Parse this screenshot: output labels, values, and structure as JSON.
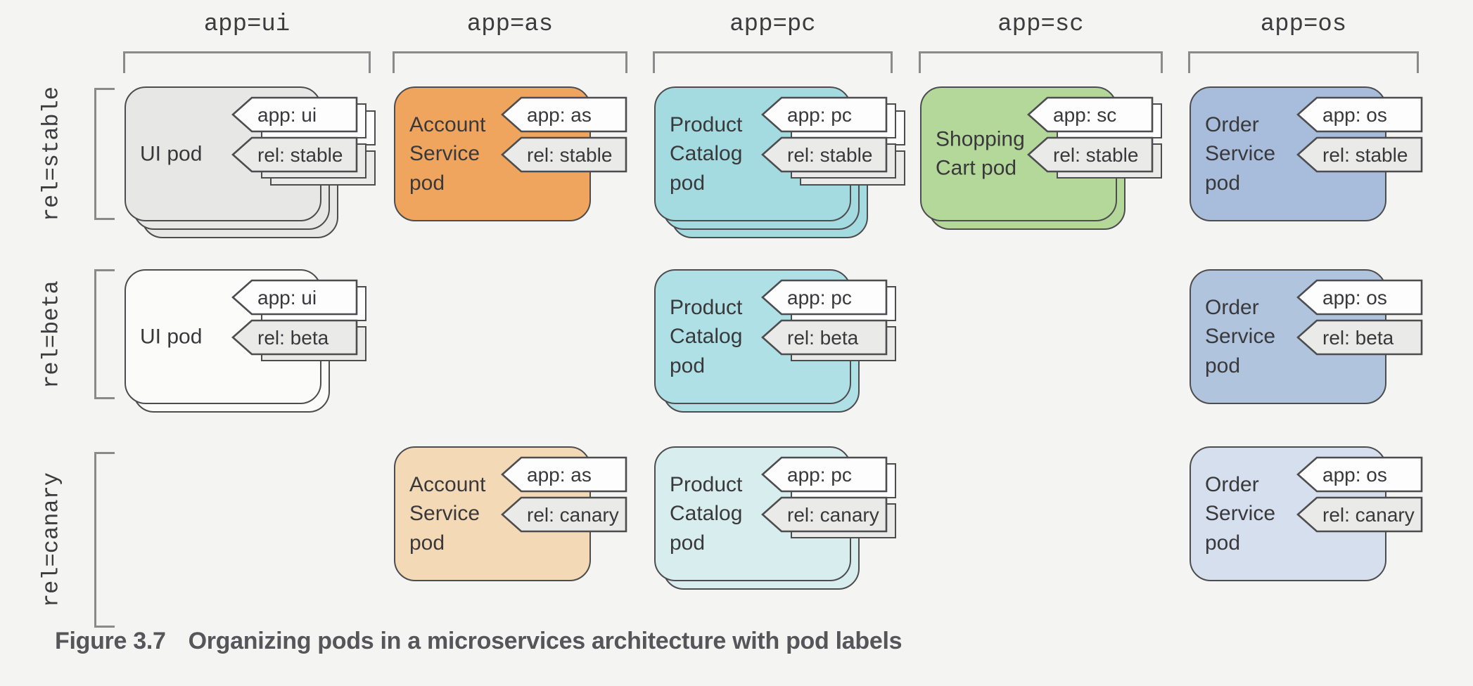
{
  "diagram": {
    "columns": [
      {
        "label": "app=ui"
      },
      {
        "label": "app=as"
      },
      {
        "label": "app=pc"
      },
      {
        "label": "app=sc"
      },
      {
        "label": "app=os"
      }
    ],
    "rows": [
      {
        "label": "rel=stable"
      },
      {
        "label": "rel=beta"
      },
      {
        "label": "rel=canary"
      }
    ],
    "pods": [
      {
        "id": "ui-stable",
        "name": "UI pod",
        "app_tag": "app: ui",
        "rel_tag": "rel: stable",
        "col": 0,
        "row": 0,
        "stack": 3,
        "fill": "#e7e7e6"
      },
      {
        "id": "as-stable",
        "name": "Account Service pod",
        "app_tag": "app: as",
        "rel_tag": "rel: stable",
        "col": 1,
        "row": 0,
        "stack": 1,
        "fill": "#f0a55f"
      },
      {
        "id": "pc-stable",
        "name": "Product Catalog pod",
        "app_tag": "app: pc",
        "rel_tag": "rel: stable",
        "col": 2,
        "row": 0,
        "stack": 3,
        "fill": "#a3dbe0"
      },
      {
        "id": "sc-stable",
        "name": "Shopping Cart pod",
        "app_tag": "app: sc",
        "rel_tag": "rel: stable",
        "col": 3,
        "row": 0,
        "stack": 2,
        "fill": "#b4d79a"
      },
      {
        "id": "os-stable",
        "name": "Order Service pod",
        "app_tag": "app: os",
        "rel_tag": "rel: stable",
        "col": 4,
        "row": 0,
        "stack": 1,
        "fill": "#a8bddb"
      },
      {
        "id": "ui-beta",
        "name": "UI pod",
        "app_tag": "app: ui",
        "rel_tag": "rel: beta",
        "col": 0,
        "row": 1,
        "stack": 2,
        "fill": "#fbfbfa"
      },
      {
        "id": "pc-beta",
        "name": "Product Catalog pod",
        "app_tag": "app: pc",
        "rel_tag": "rel: beta",
        "col": 2,
        "row": 1,
        "stack": 2,
        "fill": "#afe0e5"
      },
      {
        "id": "os-beta",
        "name": "Order Service pod",
        "app_tag": "app: os",
        "rel_tag": "rel: beta",
        "col": 4,
        "row": 1,
        "stack": 1,
        "fill": "#b1c4de"
      },
      {
        "id": "as-canary",
        "name": "Account Service pod",
        "app_tag": "app: as",
        "rel_tag": "rel: canary",
        "col": 1,
        "row": 2,
        "stack": 1,
        "fill": "#f3d9b5"
      },
      {
        "id": "pc-canary",
        "name": "Product Catalog pod",
        "app_tag": "app: pc",
        "rel_tag": "rel: canary",
        "col": 2,
        "row": 2,
        "stack": 2,
        "fill": "#d8edee"
      },
      {
        "id": "os-canary",
        "name": "Order Service pod",
        "app_tag": "app: os",
        "rel_tag": "rel: canary",
        "col": 4,
        "row": 2,
        "stack": 1,
        "fill": "#d6dfed"
      }
    ]
  },
  "caption": {
    "label": "Figure 3.7",
    "text": "Organizing pods in a microservices architecture with pod labels"
  },
  "colors": {
    "background": "#f4f4f3",
    "pod_border": "#4d4d50",
    "bracket": "#8a8a8a",
    "tag_app_fill": "#fdfdfd",
    "tag_rel_fill": "#eaeae9",
    "diagram_text": "#39393b",
    "mono_label_text": "#3c3c3e",
    "caption_text": "#56565a"
  }
}
